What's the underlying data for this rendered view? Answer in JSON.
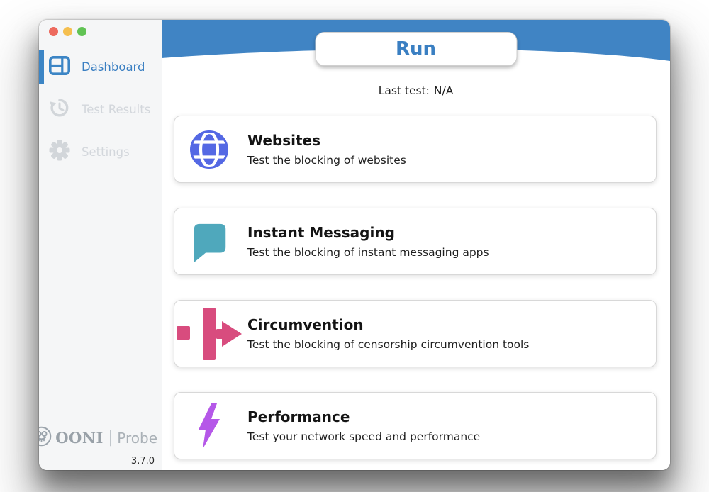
{
  "window": {
    "controls": [
      "close",
      "minimize",
      "zoom"
    ]
  },
  "sidebar": {
    "items": [
      {
        "label": "Dashboard",
        "icon": "dashboard-icon",
        "active": true
      },
      {
        "label": "Test Results",
        "icon": "history-icon",
        "active": false
      },
      {
        "label": "Settings",
        "icon": "gear-icon",
        "active": false
      }
    ],
    "brand": {
      "name": "OONI",
      "divider": "|",
      "product": "Probe",
      "version": "3.7.0"
    }
  },
  "header": {
    "run_label": "Run",
    "last_test_label": "Last test:",
    "last_test_value": "N/A"
  },
  "cards": [
    {
      "title": "Websites",
      "description": "Test the blocking of websites",
      "icon": "globe-icon",
      "color": "#5468e4"
    },
    {
      "title": "Instant Messaging",
      "description": "Test the blocking of instant messaging apps",
      "icon": "chat-bubble-icon",
      "color": "#4fa8bc"
    },
    {
      "title": "Circumvention",
      "description": "Test the blocking of censorship circumvention tools",
      "icon": "circumvention-icon",
      "color": "#d84c7e"
    },
    {
      "title": "Performance",
      "description": "Test your network speed and performance",
      "icon": "lightning-bolt-icon",
      "color": "#b558e8"
    }
  ],
  "colors": {
    "header_blue": "#4084c4",
    "active_blue": "#3c85c5",
    "disabled_gray": "#d3d7dc",
    "sidebar_bg": "#f5f6f7",
    "traffic_red": "#ed6a5e",
    "traffic_yellow": "#f5bf4f",
    "traffic_green": "#61c354"
  }
}
